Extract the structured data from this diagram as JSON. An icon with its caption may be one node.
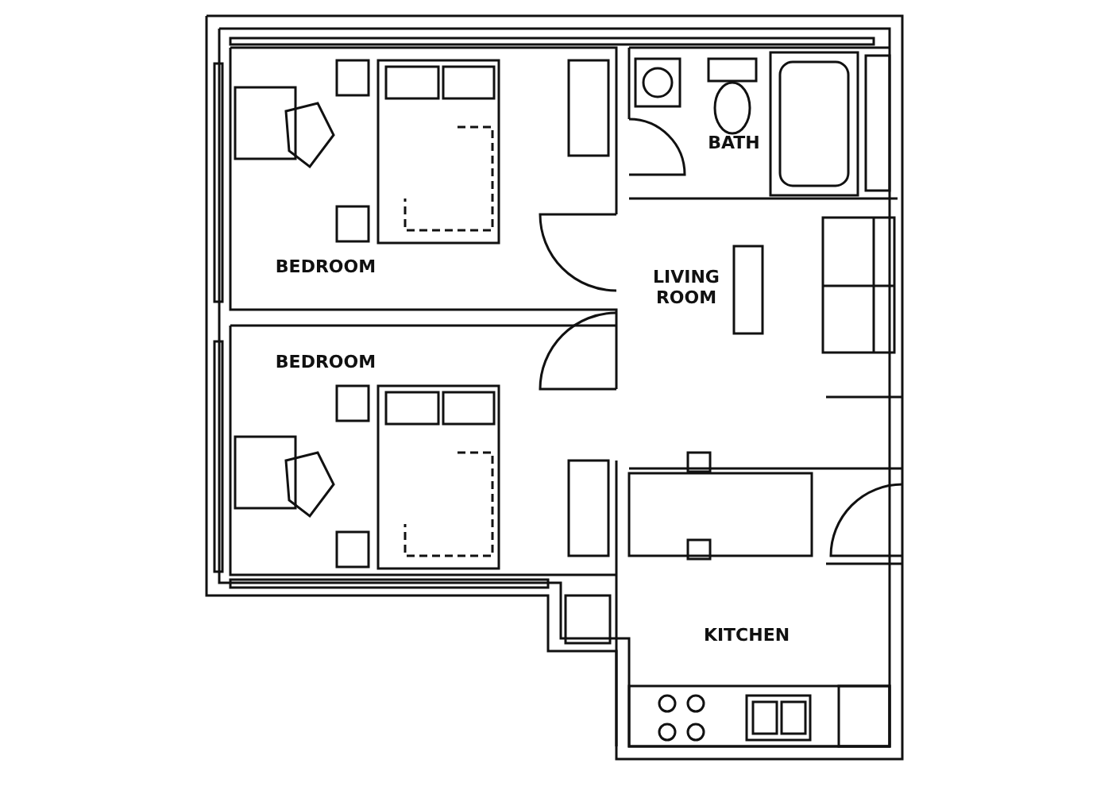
{
  "diagram": {
    "labels": [
      "BATH",
      "BEDROOM",
      "LIVING ROOM",
      "BEDROOM",
      "KITCHEN"
    ]
  }
}
